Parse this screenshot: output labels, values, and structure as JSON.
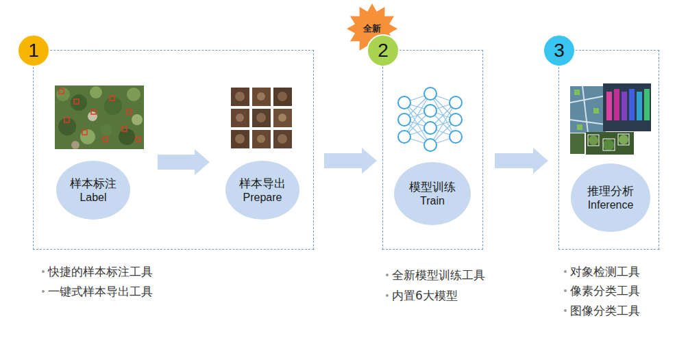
{
  "diagram": {
    "nodes": [
      {
        "text": [
          "1"
        ]
      },
      {
        "text": [
          "样本标注",
          "Label"
        ],
        "in": 0
      },
      {
        "text": [
          "样本导出",
          "Prepare"
        ],
        "in": 0
      },
      {
        "text": [
          "全新"
        ]
      },
      {
        "text": [
          "2"
        ]
      },
      {
        "text": [
          "模型训练",
          "Train"
        ],
        "in": 4
      },
      {
        "text": [
          "3"
        ]
      },
      {
        "text": [
          "推理分析",
          "Inference"
        ],
        "in": 6
      }
    ],
    "edges": [
      {
        "from": 1,
        "to": 2,
        "arrow": "to"
      },
      {
        "from": 0,
        "to": 4,
        "arrow": "to"
      },
      {
        "from": 4,
        "to": 6,
        "arrow": "to"
      }
    ],
    "labels": [
      "快捷的样本标注工具",
      "一键式样本导出工具",
      "全新模型训练工具",
      "内置6大模型",
      "对象检测工具",
      "像素分类工具",
      "图像分类工具"
    ]
  }
}
